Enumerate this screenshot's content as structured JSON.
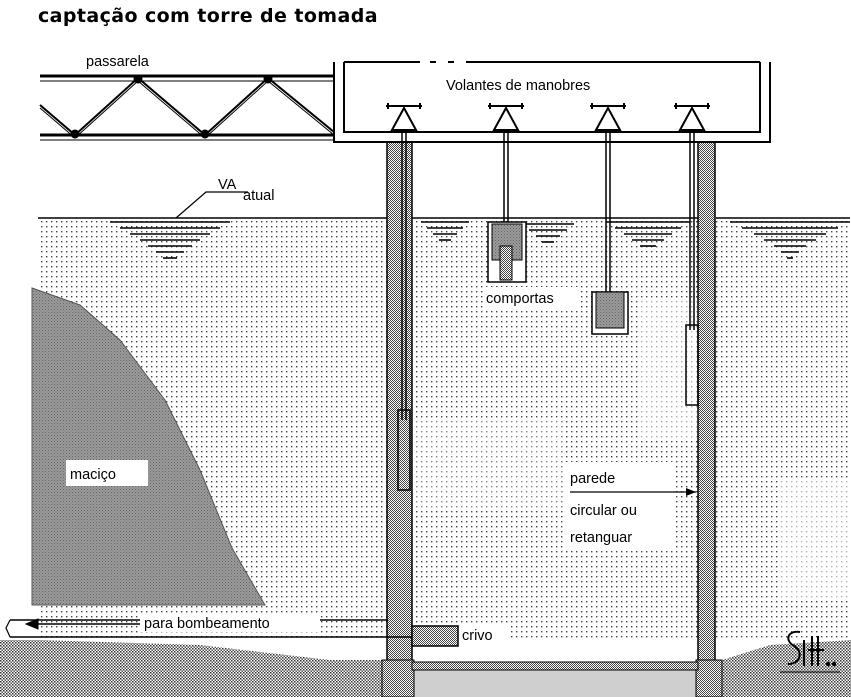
{
  "title": "captação com torre de tomada",
  "labels": {
    "walkway": "passarela",
    "handwheels": "Volantes de manobres",
    "water_level_main": "VA",
    "water_level_sub": "atual",
    "gates": "comportas",
    "embankment": "maciço",
    "wall_line1": "parede",
    "wall_line2": "circular ou",
    "wall_line3": "retanguar",
    "pumping": "para bombeamento",
    "screen": "crivo"
  }
}
